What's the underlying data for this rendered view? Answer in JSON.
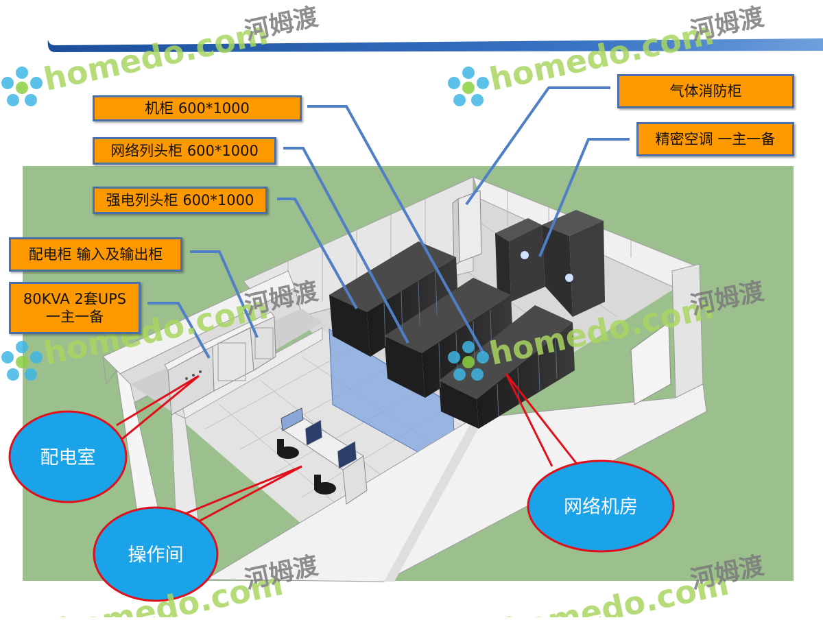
{
  "labels": {
    "cabinet": "机柜 600*1000",
    "network_head_cabinet": "网络列头柜 600*1000",
    "power_head_cabinet": "强电列头柜 600*1000",
    "distribution_cabinet": "配电柜 输入及输出柜",
    "ups_line1": "80KVA 2套UPS",
    "ups_line2": "一主一备",
    "gas_fire_cabinet": "气体消防柜",
    "precision_ac": "精密空调  一主一备"
  },
  "rooms": {
    "distribution_room": "配电室",
    "operation_room": "操作间",
    "network_room": "网络机房"
  },
  "watermark": {
    "brand": "homedo.com",
    "brand_cn": "河姆渡"
  },
  "colors": {
    "label_fill": "#ff9900",
    "label_border": "#4a6fa8",
    "bubble_fill": "#1aa3e8",
    "bubble_border": "#e0101a",
    "ground": "#9cbf8e",
    "header_bar": "#2a5aa6",
    "leader_line": "#4f7fc4"
  }
}
